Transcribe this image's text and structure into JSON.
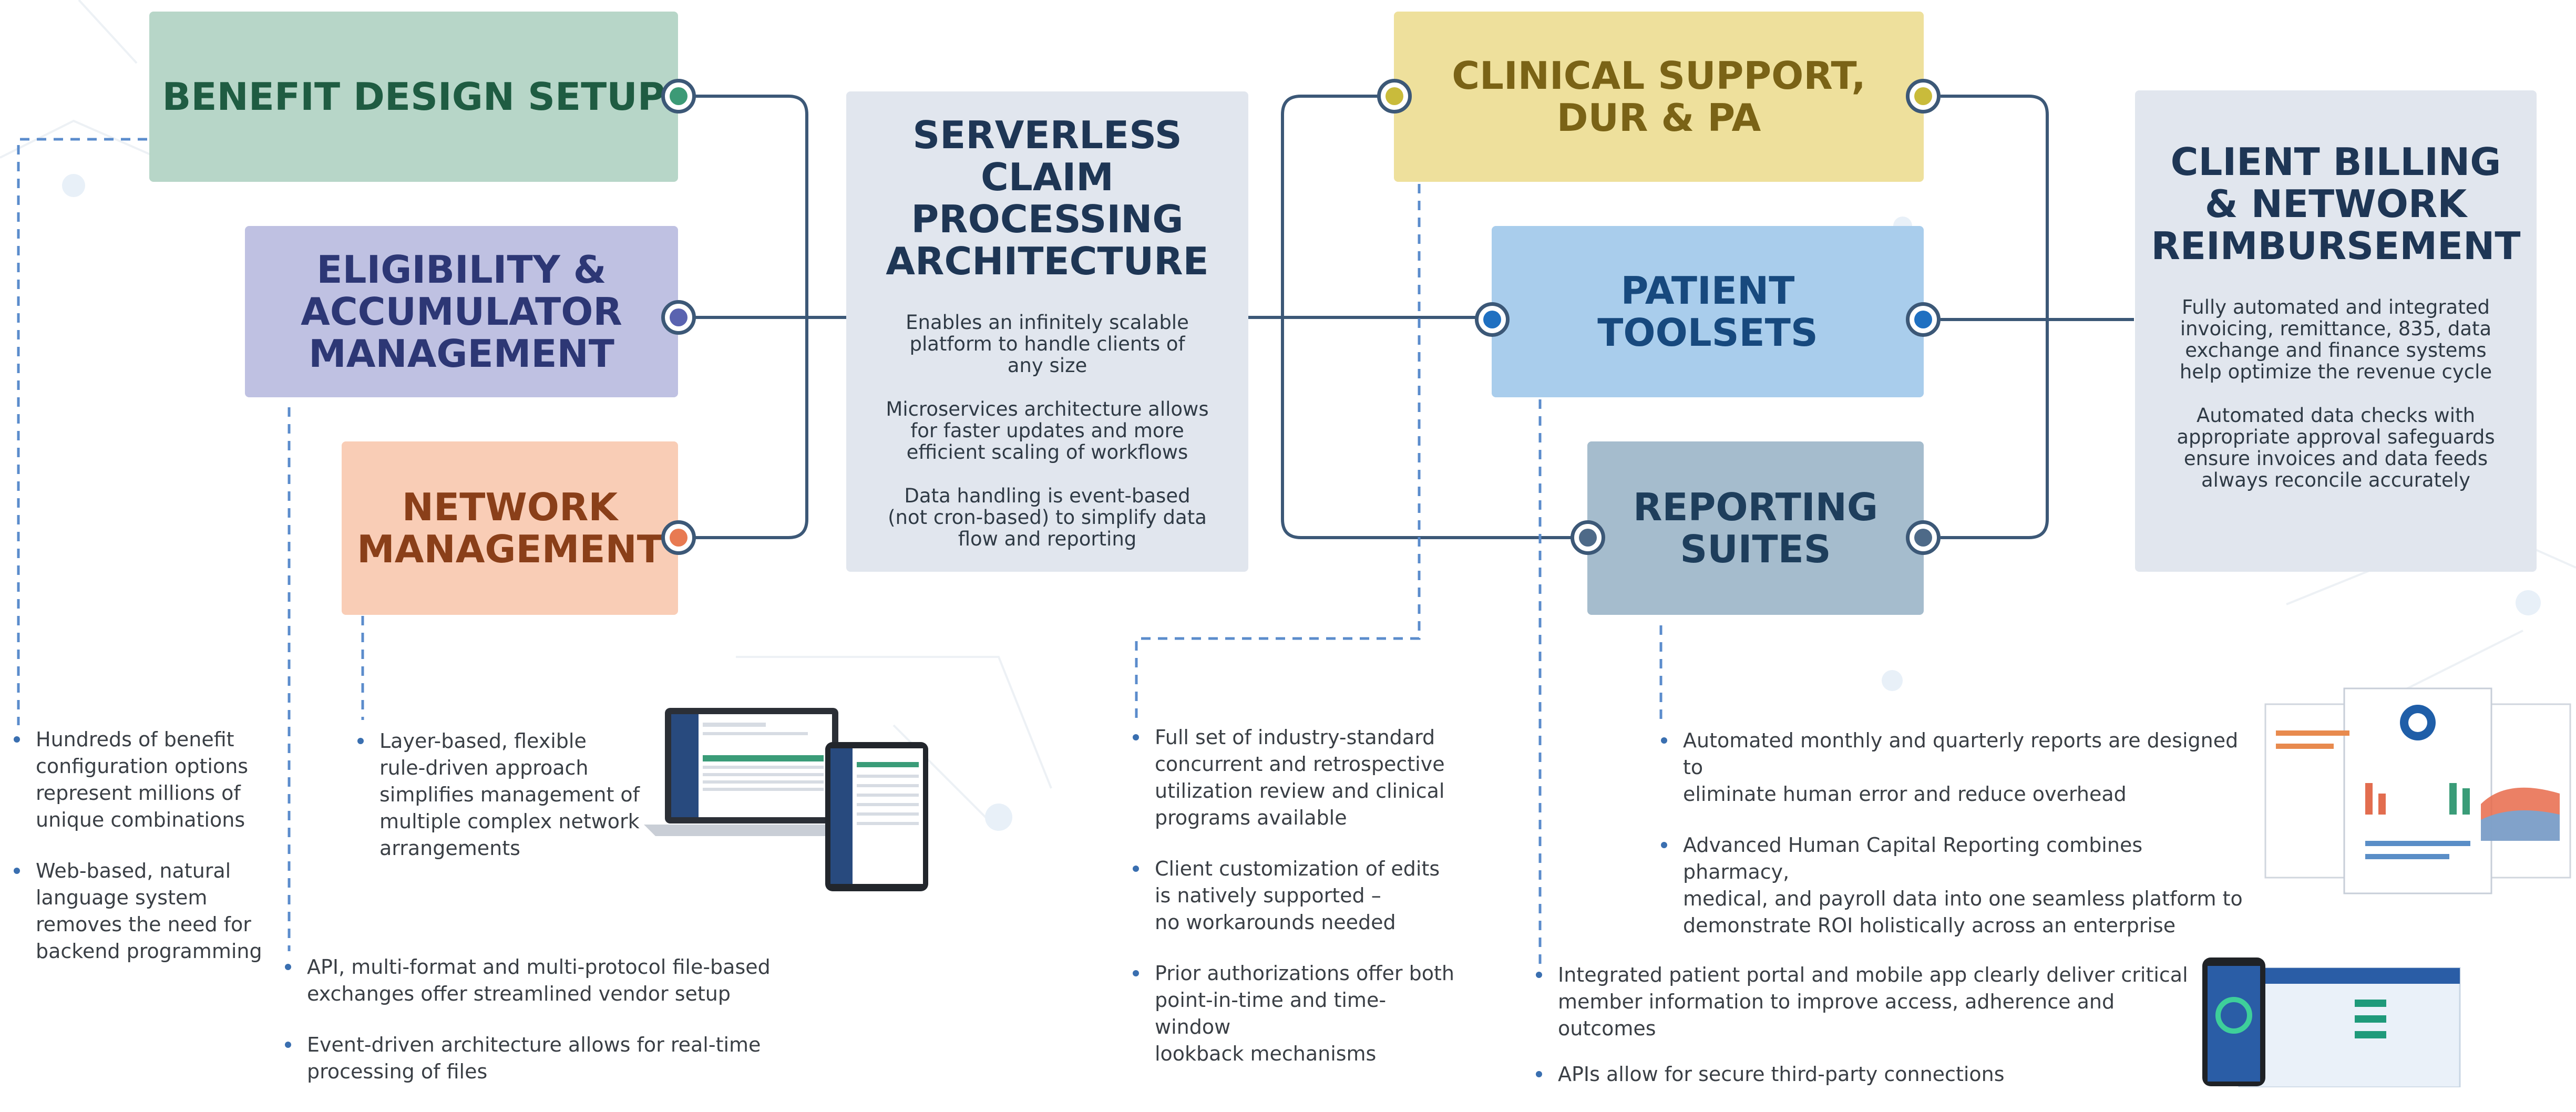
{
  "colors": {
    "connector": "#3c5877",
    "dashed": "#5b8ccc",
    "bullet": "#3a6fb0"
  },
  "boxes": {
    "benefit": {
      "title": "BENEFIT DESIGN SETUP",
      "bg": "#b7d6c8",
      "color": "#1f5c42",
      "dot": "#3c9a76"
    },
    "eligibility": {
      "title": "ELIGIBILITY &\nACCUMULATOR\nMANAGEMENT",
      "bg": "#bfc1e2",
      "color": "#2d3775",
      "dot": "#5a63b0"
    },
    "network": {
      "title": "NETWORK\nMANAGEMENT",
      "bg": "#f9cdb6",
      "color": "#8a3f19",
      "dot": "#e87a52"
    },
    "clinical": {
      "title": "CLINICAL SUPPORT,\nDUR & PA",
      "bg": "#eee09c",
      "color": "#7a6316",
      "dot": "#c9bb3b"
    },
    "patient": {
      "title": "PATIENT\nTOOLSETS",
      "bg": "#a9cdec",
      "color": "#17497e",
      "dot": "#1f70c1"
    },
    "reporting": {
      "title": "REPORTING\nSUITES",
      "bg": "#a5bccd",
      "color": "#1e3e5c",
      "dot": "#4e6a88"
    }
  },
  "architecture": {
    "title": "SERVERLESS CLAIM\nPROCESSING\nARCHITECTURE",
    "points": [
      "Enables an infinitely scalable\nplatform to handle clients of\nany size",
      "Microservices architecture allows\nfor faster updates and more\nefficient scaling of workflows",
      "Data handling is event-based\n(not cron-based) to simplify data\nflow and reporting"
    ]
  },
  "billing": {
    "title": "CLIENT BILLING\n& NETWORK\nREIMBURSEMENT",
    "points": [
      "Fully automated and integrated\ninvoicing, remittance, 835, data\nexchange and finance systems\nhelp optimize the revenue cycle",
      "Automated data checks with\nappropriate approval safeguards\nensure invoices and data feeds\nalways reconcile accurately"
    ]
  },
  "lists": {
    "benefit": [
      "Hundreds of benefit\nconfiguration options\nrepresent millions of\nunique combinations",
      "Web-based, natural\nlanguage system\nremoves the need for\nbackend programming"
    ],
    "network": [
      "Layer-based, flexible\nrule-driven approach\nsimplifies management of\nmultiple complex network\narrangements"
    ],
    "eligibility": [
      "API, multi-format and multi-protocol file-based\nexchanges offer streamlined vendor setup",
      "Event-driven architecture allows for real-time\nprocessing of files"
    ],
    "clinical": [
      "Full set of industry-standard\nconcurrent and retrospective\nutilization review and clinical\nprograms available",
      "Client customization of edits\nis natively supported –\nno workarounds needed",
      "Prior authorizations offer both\npoint-in-time and time-window\nlookback mechanisms"
    ],
    "reporting": [
      "Automated monthly and quarterly reports are designed to\neliminate human error and reduce overhead",
      "Advanced Human Capital Reporting combines pharmacy,\nmedical, and payroll data into one seamless platform to\ndemonstrate ROI holistically across an enterprise"
    ],
    "patient": [
      "Integrated patient portal and mobile app clearly deliver critical\nmember information to improve access, adherence and\noutcomes",
      "APIs allow for secure third-party connections"
    ]
  },
  "icons": {
    "laptop": "laptop-screenshot-icon",
    "tablet": "tablet-screenshot-icon",
    "reports": "report-pages-icon",
    "phone": "mobile-app-icon"
  }
}
